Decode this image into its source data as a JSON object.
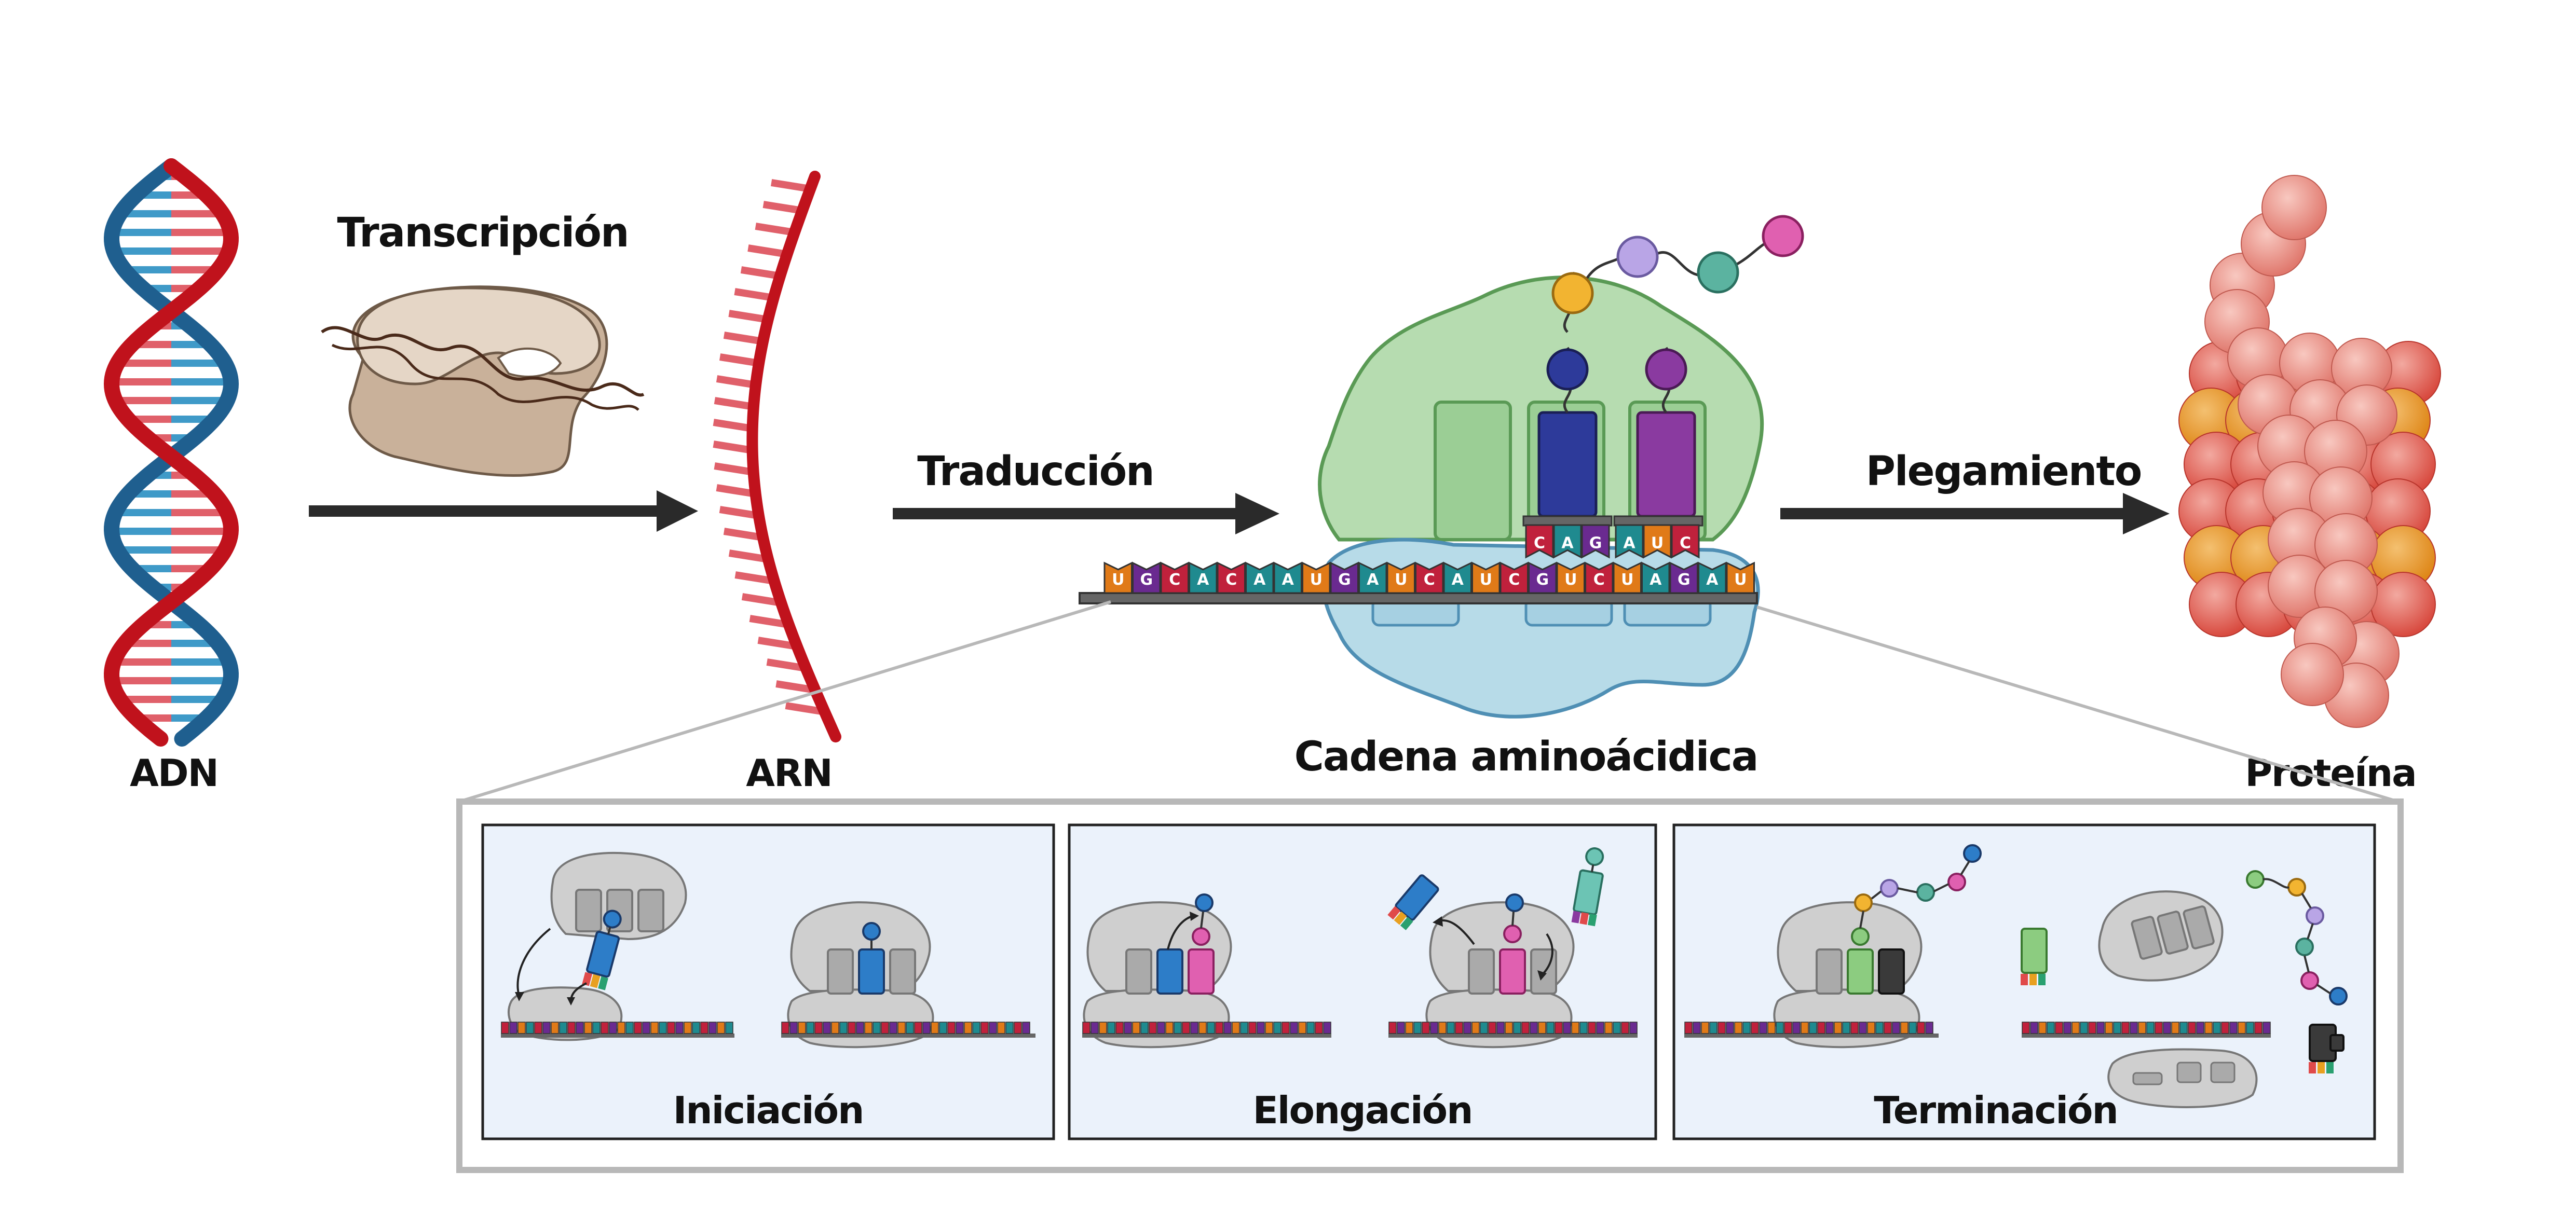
{
  "labels": {
    "dna": "ADN",
    "rna": "ARN",
    "transcription": "Transcripción",
    "translation": "Traducción",
    "folding": "Plegamiento",
    "amino_chain": "Cadena aminoácidica",
    "protein": "Proteína"
  },
  "codons": {
    "mrna": [
      "U",
      "G",
      "C",
      "A",
      "C",
      "A",
      "A",
      "U",
      "G",
      "A",
      "U",
      "C",
      "A",
      "U",
      "C",
      "G",
      "U",
      "C",
      "U",
      "A",
      "G",
      "A",
      "U"
    ],
    "trna1": [
      "C",
      "A",
      "G"
    ],
    "trna2": [
      "A",
      "U",
      "C"
    ]
  },
  "panels": [
    {
      "title": "Iniciación"
    },
    {
      "title": "Elongación"
    },
    {
      "title": "Terminación"
    }
  ],
  "colors": {
    "dna_red": "#c0121c",
    "dna_blue": "#1f5f8f",
    "arrow": "#2a2a2a",
    "ribosome_large": "#b6dcb0",
    "ribosome_small": "#b7dbe8",
    "protein_red": "#d9473f",
    "protein_orange": "#e08a18",
    "inset_bg": "#ebf2fb"
  }
}
